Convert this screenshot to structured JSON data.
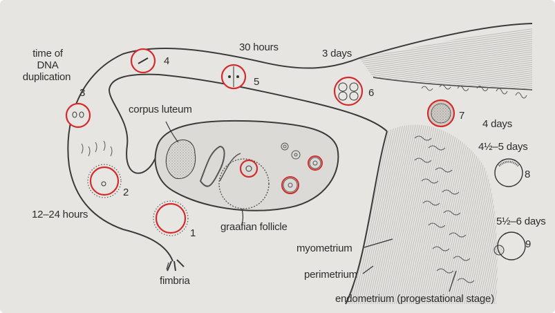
{
  "labels": {
    "time_of": "time of",
    "dna": "DNA",
    "duplication": "duplication",
    "hours_30": "30 hours",
    "days_3": "3 days",
    "corpus_luteum": "corpus luteum",
    "days_4": "4 days",
    "days_4_5": "4½–5 days",
    "hours_12_24": "12–24 hours",
    "days_5_6": "5½–6 days",
    "graafian_follicle": "graafian follicle",
    "myometrium": "myometrium",
    "perimetrium": "perimetrium",
    "fimbria": "fimbria",
    "endometrium": "endometrium (progestational stage)"
  },
  "stages": [
    "1",
    "2",
    "3",
    "4",
    "5",
    "6",
    "7",
    "8",
    "9"
  ],
  "colors": {
    "background": "#e7e5e2",
    "ink": "#2c2c2c",
    "highlight_circle": "#d42a2a"
  }
}
